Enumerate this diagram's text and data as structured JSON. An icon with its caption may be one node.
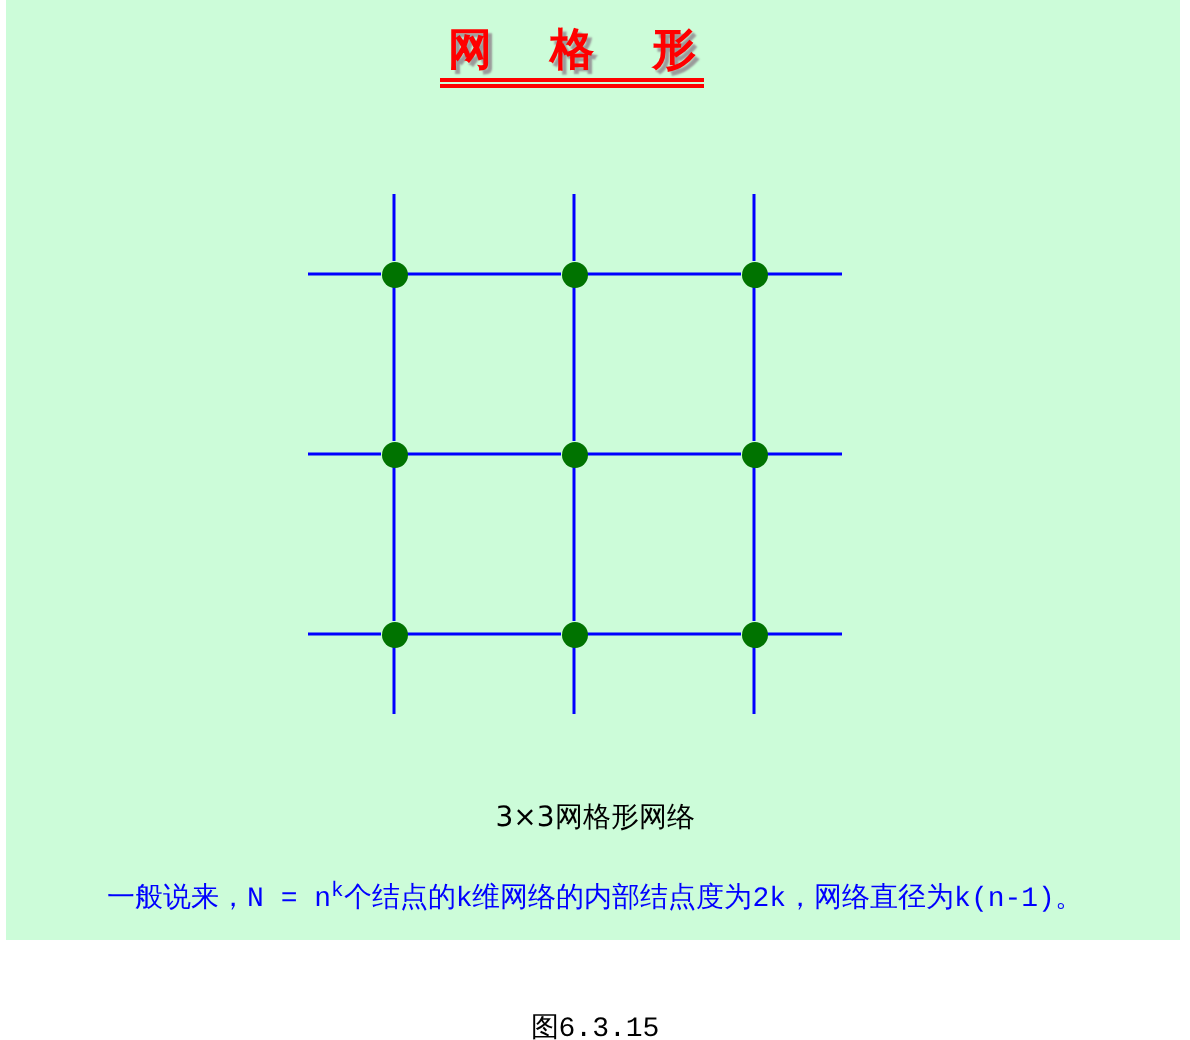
{
  "diagram": {
    "title": "网格形",
    "caption": "图6.3.15",
    "nodes": [
      {
        "text": [],
        "shape": "circle"
      },
      {
        "text": [],
        "shape": "circle"
      },
      {
        "text": [],
        "shape": "circle"
      },
      {
        "text": [],
        "shape": "circle"
      },
      {
        "text": [],
        "shape": "circle"
      },
      {
        "text": [],
        "shape": "circle"
      },
      {
        "text": [],
        "shape": "circle"
      },
      {
        "text": [],
        "shape": "circle"
      },
      {
        "text": [],
        "shape": "circle"
      }
    ],
    "edges": [
      {
        "from": 0,
        "to": 1,
        "arrow": "none"
      },
      {
        "from": 1,
        "to": 2,
        "arrow": "none"
      },
      {
        "from": 3,
        "to": 4,
        "arrow": "none"
      },
      {
        "from": 4,
        "to": 5,
        "arrow": "none"
      },
      {
        "from": 6,
        "to": 7,
        "arrow": "none"
      },
      {
        "from": 7,
        "to": 8,
        "arrow": "none"
      },
      {
        "from": 0,
        "to": 3,
        "arrow": "none"
      },
      {
        "from": 3,
        "to": 6,
        "arrow": "none"
      },
      {
        "from": 1,
        "to": 4,
        "arrow": "none"
      },
      {
        "from": 4,
        "to": 7,
        "arrow": "none"
      },
      {
        "from": 2,
        "to": 5,
        "arrow": "none"
      },
      {
        "from": 5,
        "to": 8,
        "arrow": "none"
      },
      {
        "from": null,
        "to": 0,
        "arrow": "none"
      },
      {
        "from": null,
        "to": 3,
        "arrow": "none"
      },
      {
        "from": null,
        "to": 6,
        "arrow": "none"
      },
      {
        "from": null,
        "to": 2,
        "arrow": "none"
      },
      {
        "from": null,
        "to": 5,
        "arrow": "none"
      },
      {
        "from": null,
        "to": 8,
        "arrow": "none"
      },
      {
        "from": null,
        "to": 0,
        "arrow": "none"
      },
      {
        "from": null,
        "to": 1,
        "arrow": "none"
      },
      {
        "from": null,
        "to": 2,
        "arrow": "none"
      },
      {
        "from": null,
        "to": 6,
        "arrow": "none"
      },
      {
        "from": null,
        "to": 7,
        "arrow": "none"
      },
      {
        "from": null,
        "to": 8,
        "arrow": "none"
      }
    ],
    "labels": [
      "3×3网格形网络",
      "一般说来，N = n$^{k}$个结点的k维网络的内部结点度为2k，网络直径为k(n-1)。"
    ]
  }
}
